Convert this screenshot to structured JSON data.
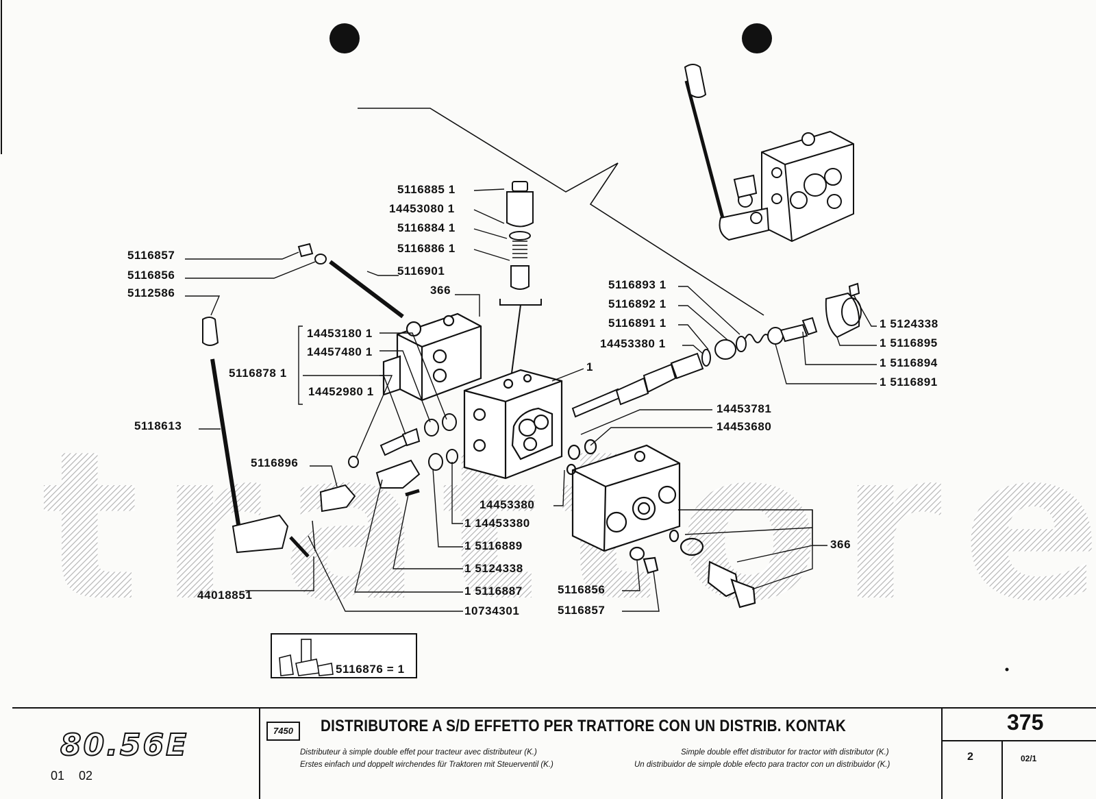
{
  "watermark": "trattore.it",
  "labels": [
    "5116885 1",
    "14453080 1",
    "5116884 1",
    "5116886 1",
    "5116901",
    "366",
    "5116857",
    "5116856",
    "5112586",
    "14453180 1",
    "14457480 1",
    "5116878 1",
    "14452980 1",
    "5118613",
    "5116896",
    "5116893 1",
    "5116892 1",
    "5116891 1",
    "14453380 1",
    "1 5124338",
    "1 5116895",
    "1 5116894",
    "1 5116891",
    "1",
    "14453781",
    "14453680",
    "14453380",
    "1 14453380",
    "1 5116889",
    "1 5124338",
    "1 5116887",
    "10734301",
    "5116856",
    "5116857",
    "366",
    "44018851"
  ],
  "kit": {
    "text": "5116876 = 1"
  },
  "footer": {
    "model": "80.56E",
    "codes": [
      "01",
      "02"
    ],
    "section_code": "7450",
    "title": "DISTRIBUTORE A S/D EFFETTO PER TRATTORE CON UN DISTRIB. KONTAK",
    "subtitles": {
      "fr": "Distributeur à simple double effet pour tracteur avec distributeur (K.)",
      "de": "Erstes einfach und doppelt wirchendes für Traktoren mit Steuerventil (K.)",
      "en": "Simple double effet distributor for tractor with distributor (K.)",
      "es": "Un distribuidor de simple doble efecto para tractor con un distribuidor (K.)"
    },
    "page": "375",
    "sheet": "2",
    "sheet_ref": "02/1"
  }
}
